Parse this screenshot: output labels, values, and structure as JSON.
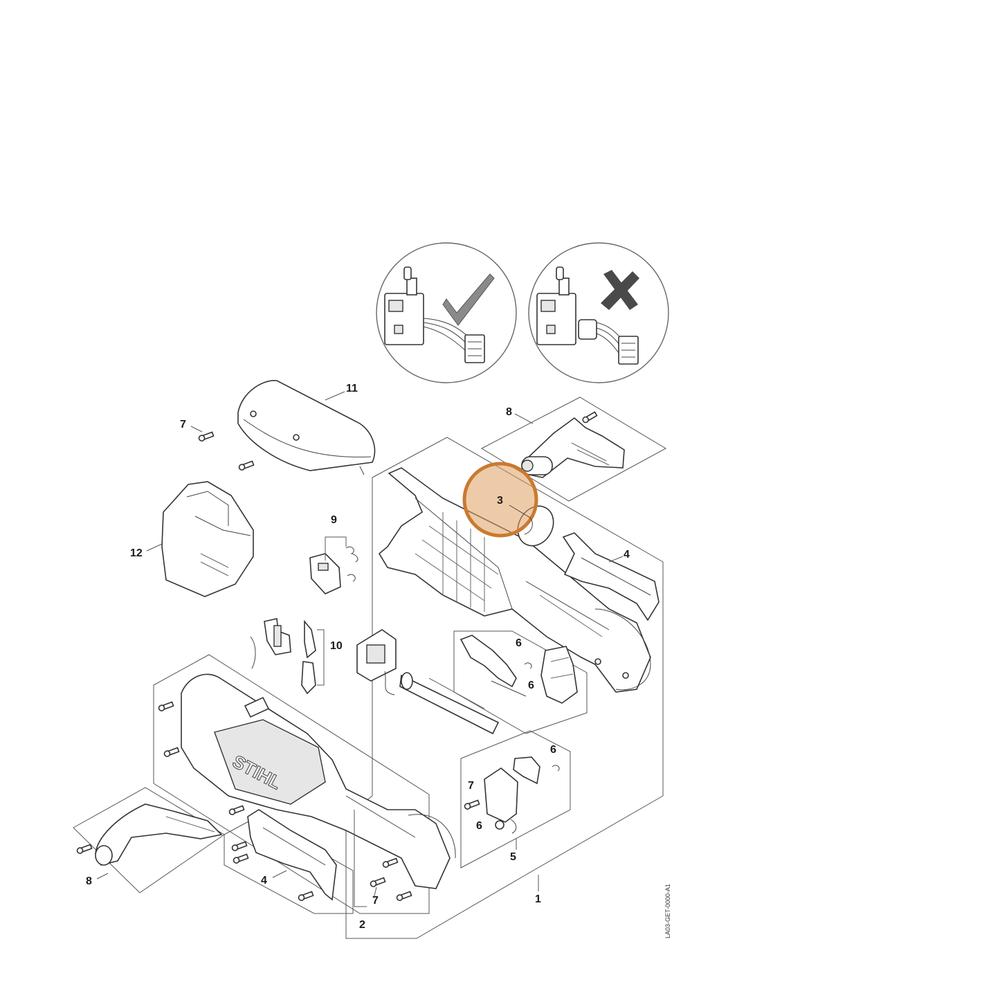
{
  "diagram": {
    "brand_text": "STIHL",
    "drawing_code": "LA03-GET-0000-A1",
    "highlight_color": "#d4843a",
    "highlighted_label": "3",
    "inset_correct_icon": "check-mark-icon",
    "inset_wrong_icon": "cross-mark-icon",
    "labels": {
      "n11": "11",
      "n7a": "7",
      "n8a": "8",
      "n3": "3",
      "n12": "12",
      "n9": "9",
      "n4a": "4",
      "n10": "10",
      "n6a": "6",
      "n6b": "6",
      "n6c": "6",
      "n7b": "7",
      "n6d": "6",
      "n5": "5",
      "n8b": "8",
      "n4b": "4",
      "n7c": "7",
      "n2": "2",
      "n1": "1"
    }
  }
}
